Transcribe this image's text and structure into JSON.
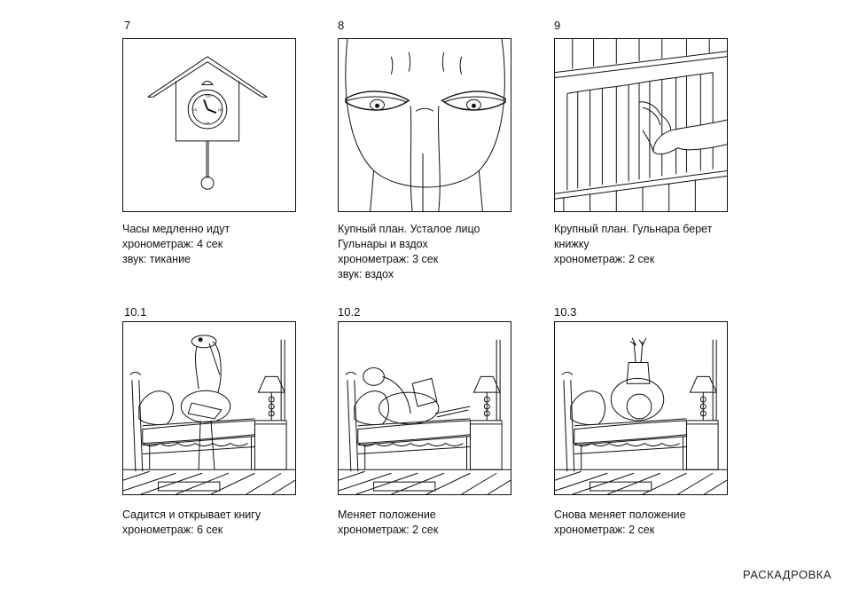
{
  "frames": [
    {
      "number": "7",
      "caption": [
        "Часы медленно идут",
        "хронометраж: 4 сек",
        "звук: тикание"
      ]
    },
    {
      "number": "8",
      "caption": [
        "Купный план. Усталое лицо",
        "Гульнары и вздох",
        "хронометраж: 3 сек",
        "звук: вздох"
      ]
    },
    {
      "number": "9",
      "caption": [
        "Крупный план. Гульнара берет",
        "книжку",
        "хронометраж: 2 сек"
      ]
    },
    {
      "number": "10.1",
      "caption": [
        "Садится и открывает книгу",
        "хронометраж: 6 сек"
      ]
    },
    {
      "number": "10.2",
      "caption": [
        "Меняет положение",
        "хронометраж: 2 сек"
      ]
    },
    {
      "number": "10.3",
      "caption": [
        "Снова меняет положение",
        "хронометраж: 2 сек"
      ]
    }
  ],
  "footer": {
    "label": "РАСКАДРОВКА"
  }
}
